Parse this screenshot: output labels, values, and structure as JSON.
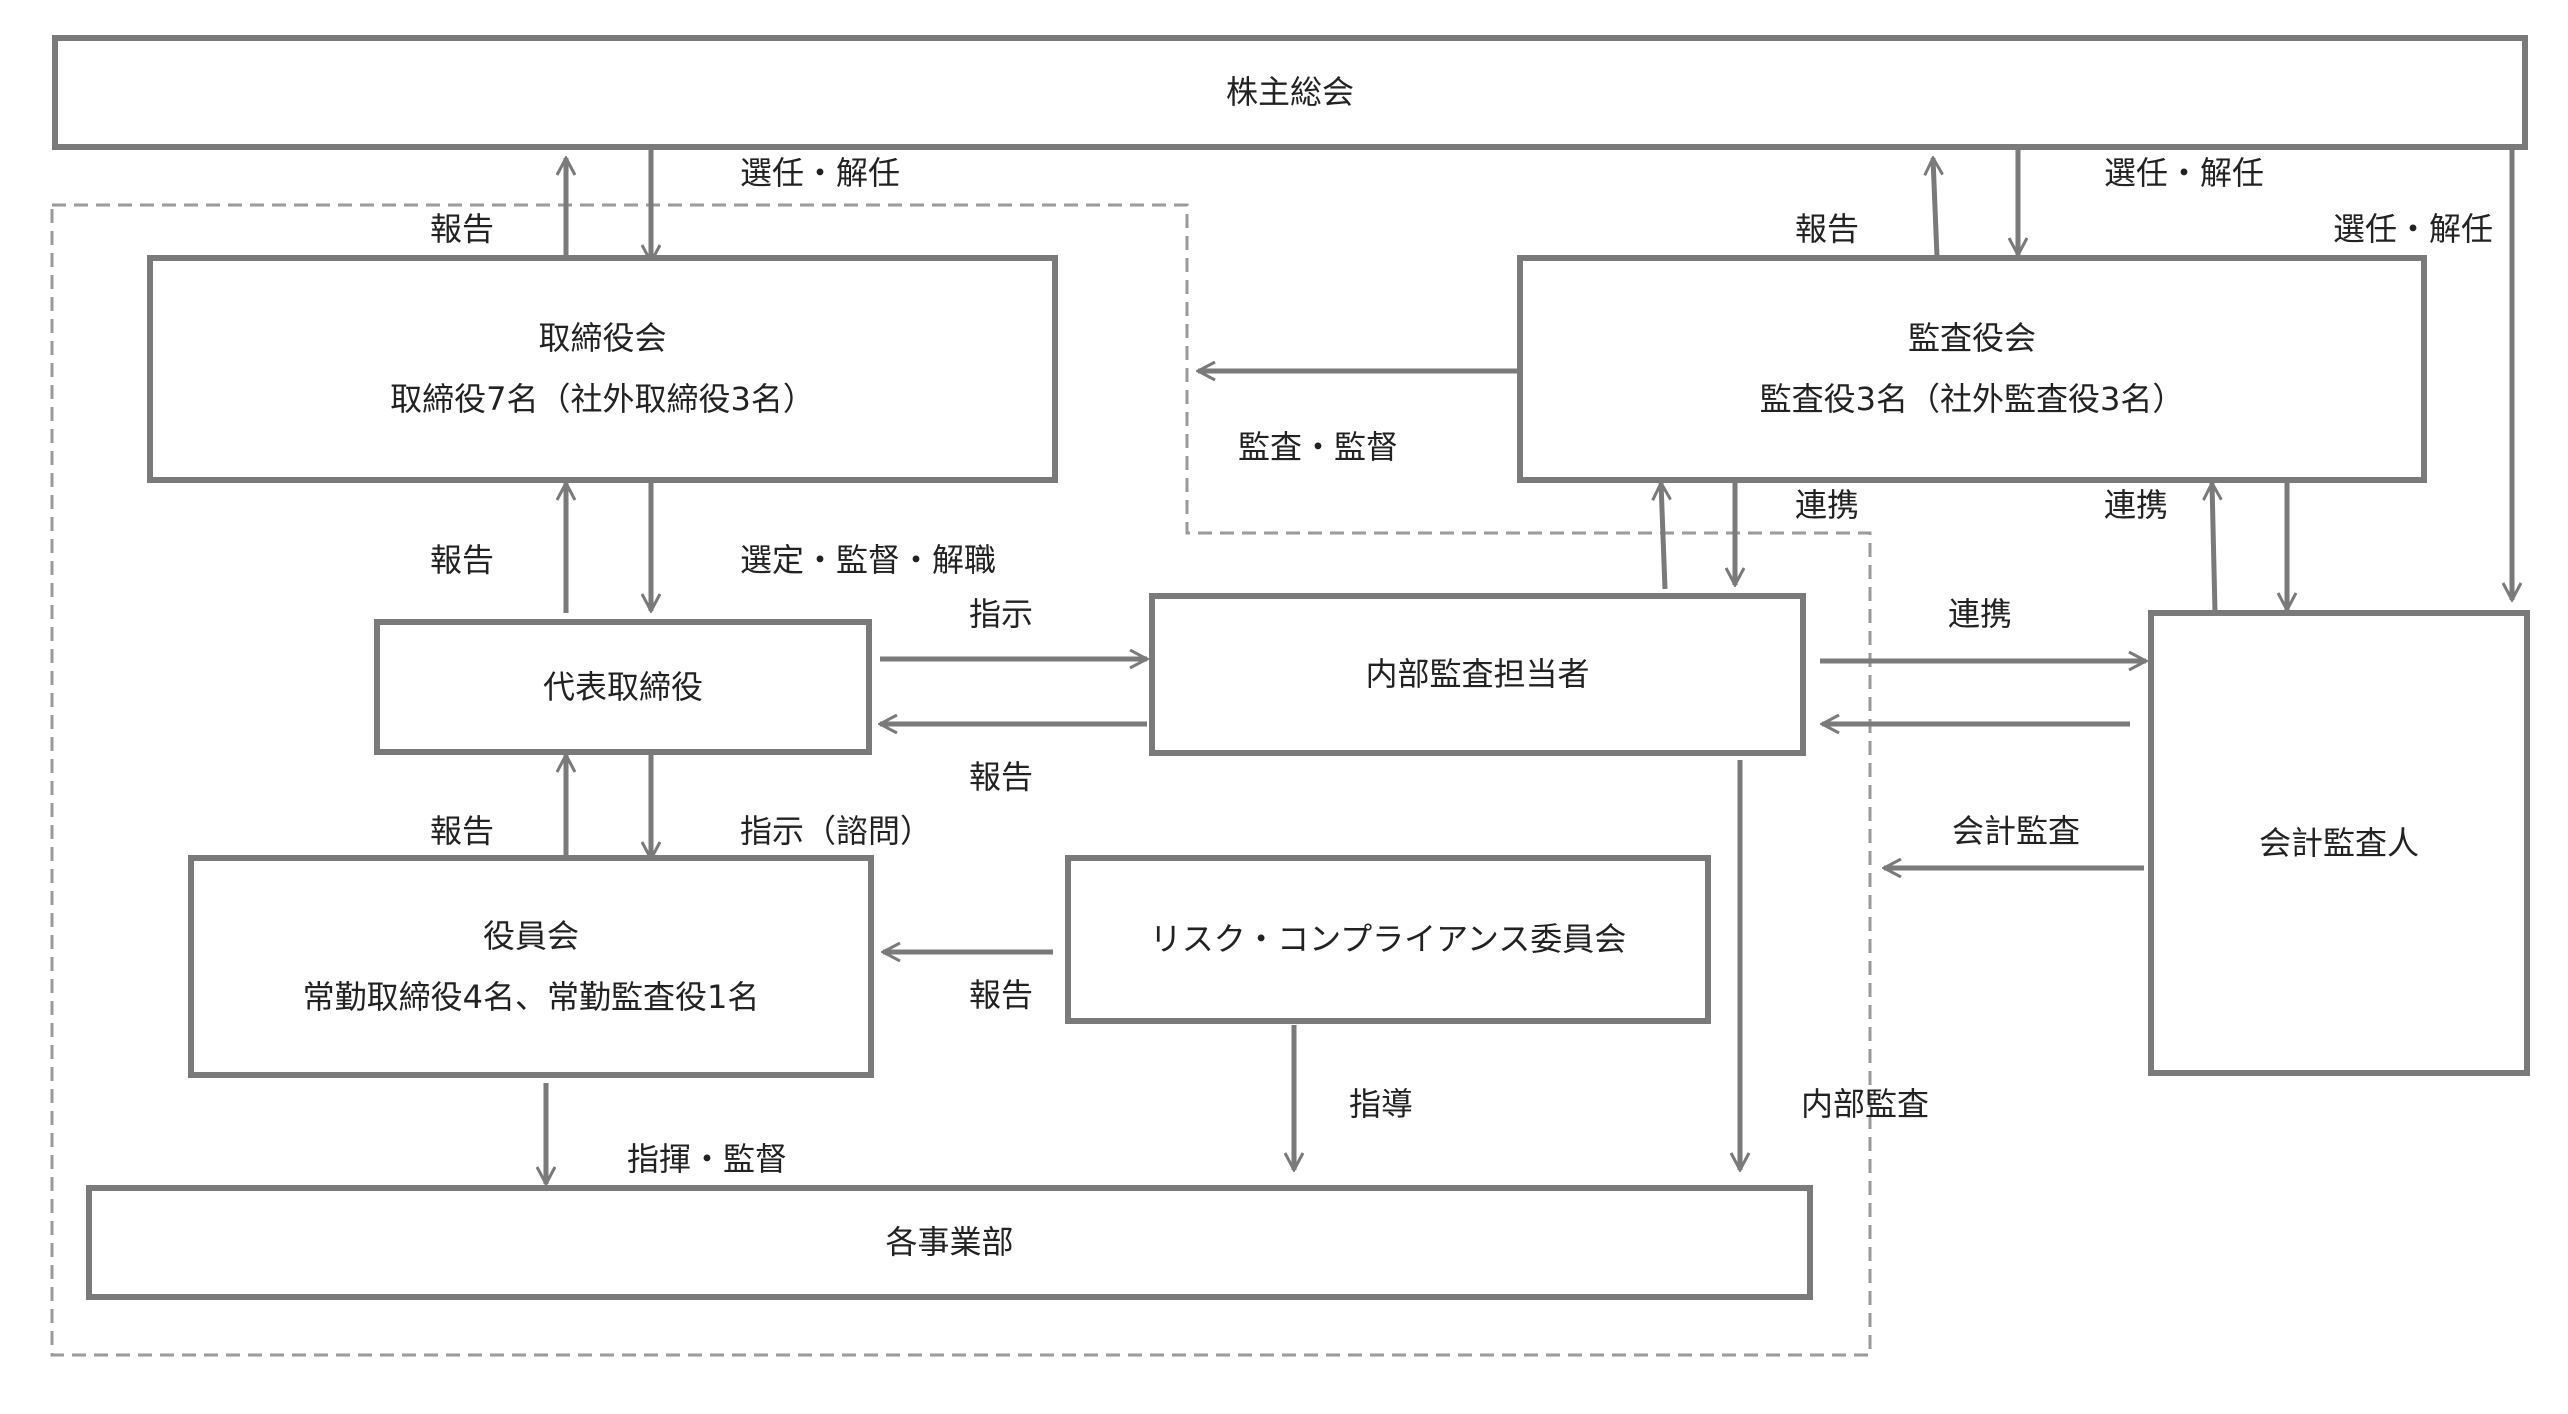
{
  "boxes": {
    "shareholders": "株主総会",
    "board": {
      "title": "取締役会",
      "detail": "取締役7名（社外取締役3名）"
    },
    "auditors": {
      "title": "監査役会",
      "detail": "監査役3名（社外監査役3名）"
    },
    "president": "代表取締役",
    "internal_audit": "内部監査担当者",
    "executive_committee": {
      "title": "役員会",
      "detail": "常勤取締役4名、常勤監査役1名"
    },
    "risk_committee": "リスク・コンプライアンス委員会",
    "accounting_auditor": "会計監査人",
    "business_units": "各事業部"
  },
  "labels": {
    "select_dismiss_board": "選任・解任",
    "report_board": "報告",
    "select_dismiss_auditors": "選任・解任",
    "report_auditors": "報告",
    "select_dismiss_accounting": "選任・解任",
    "audit_supervise": "監査・監督",
    "report_president": "報告",
    "select_supervise_dismiss": "選定・監督・解職",
    "instruct": "指示",
    "report_internal": "報告",
    "coordinate_1": "連携",
    "coordinate_2": "連携",
    "coordinate_3": "連携",
    "report_exec": "報告",
    "instruct_consult": "指示（諮問）",
    "report_risk": "報告",
    "accounting_audit": "会計監査",
    "guidance": "指導",
    "internal_audit": "内部監査",
    "command_supervise": "指揮・監督"
  },
  "colors": {
    "line": "#7a7a7a",
    "text": "#222222",
    "dashed": "#9a9a9a"
  }
}
